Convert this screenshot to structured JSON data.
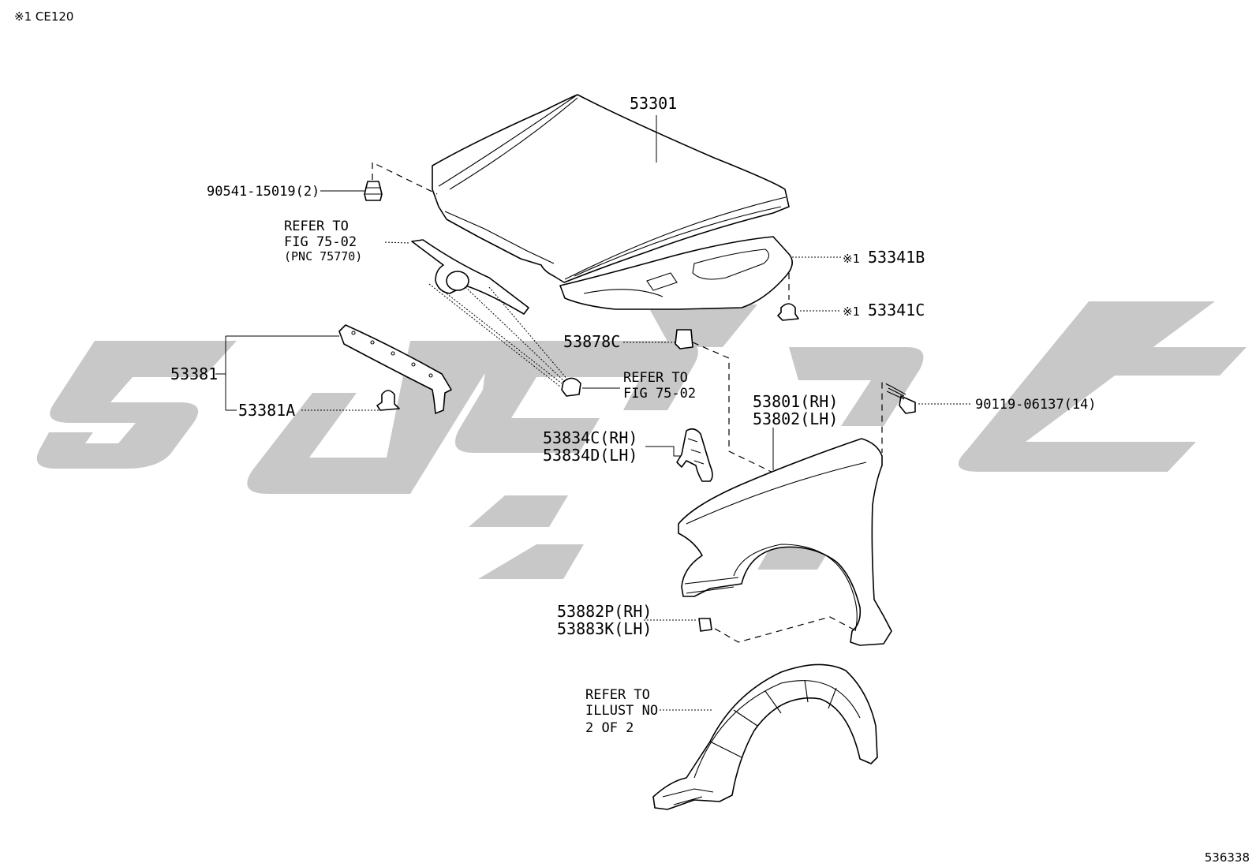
{
  "header": {
    "note": "※1 CE120"
  },
  "footer": {
    "illustration_number": "536338"
  },
  "watermark": {
    "color": "#c8c8c8"
  },
  "callouts": {
    "hood": "53301",
    "hood_cushion": "90541-15019(2)",
    "grille_ref_line1": "REFER TO",
    "grille_ref_line2": "FIG 75-02",
    "grille_ref_line3": "(PNC 75770)",
    "hood_insulator_mark": "※1",
    "hood_insulator": "53341B",
    "insulator_clip_mark": "※1",
    "insulator_clip": "53341C",
    "seal_group": "53381",
    "seal_clip": "53381A",
    "fender_bracket_clip": "53878C",
    "clip_ref_line1": "REFER TO",
    "clip_ref_line2": "FIG 75-02",
    "fender_bolt": "90119-06137(14)",
    "fender_rh": "53801(RH)",
    "fender_lh": "53802(LH)",
    "fender_bracket_rh": "53834C(RH)",
    "fender_bracket_lh": "53834D(LH)",
    "fender_pad_rh": "53882P(RH)",
    "fender_pad_lh": "53883K(LH)",
    "liner_ref_line1": "REFER TO",
    "liner_ref_line2": "ILLUST NO",
    "liner_ref_line3": "2 OF 2"
  }
}
